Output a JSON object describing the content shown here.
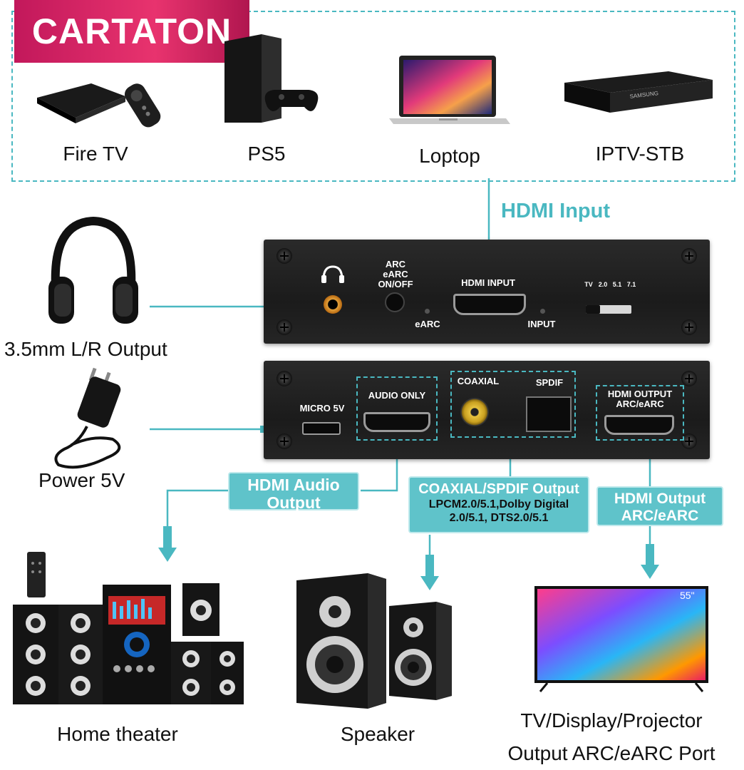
{
  "brand": "CARTATON",
  "sources": [
    {
      "label": "Fire TV",
      "icon": "fire-tv-icon"
    },
    {
      "label": "PS5",
      "icon": "ps5-icon"
    },
    {
      "label": "Loptop",
      "icon": "laptop-icon"
    },
    {
      "label": "IPTV-STB",
      "icon": "iptv-stb-icon"
    }
  ],
  "hdmi_input_label": "HDMI Input",
  "front_panel": {
    "arc_switch_label": "ARC\neARC\nON/OFF",
    "hdmi_input_label": "HDMI INPUT",
    "earc_led_label": "eARC",
    "input_led_label": "INPUT",
    "mode_labels": [
      "TV",
      "2.0",
      "5.1",
      "7.1"
    ]
  },
  "back_panel": {
    "micro_label": "MICRO 5V",
    "audio_only_label": "AUDIO ONLY",
    "coaxial_label": "COAXIAL",
    "spdif_label": "SPDIF",
    "hdmi_output_label": "HDMI OUTPUT\nARC/eARC"
  },
  "left_devices": {
    "headphone_label": "3.5mm L/R Output",
    "power_label": "Power 5V"
  },
  "output_labels": {
    "hdmi_audio": "HDMI Audio\nOutput",
    "coaxial_title": "COAXIAL/SPDIF Output",
    "coaxial_detail": "LPCM2.0/5.1,Dolby Digital\n2.0/5.1, DTS2.0/5.1",
    "hdmi_output": "HDMI Output\nARC/eARC"
  },
  "destinations": [
    {
      "label": "Home theater",
      "icon": "home-theater-icon"
    },
    {
      "label": "Speaker",
      "icon": "speaker-icon"
    },
    {
      "label": "TV/Display/Projector\nOutput ARC/eARC Port",
      "icon": "tv-icon"
    }
  ],
  "tv_size": "55\"",
  "device_brand": "SAMSUNG",
  "colors": {
    "accent": "#4ab8c1",
    "label_box": "#5fc3ca",
    "brand": "#d81b60"
  }
}
